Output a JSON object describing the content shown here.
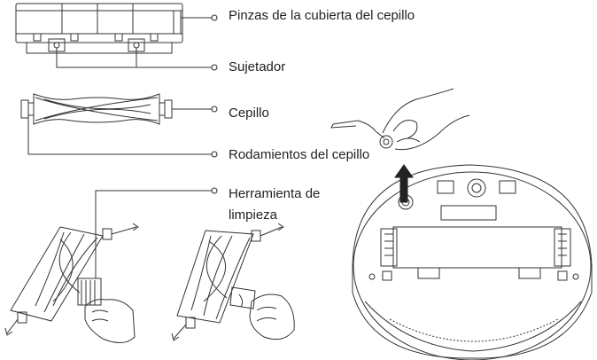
{
  "labels": {
    "pinzas": "Pinzas de la cubierta del cepillo",
    "sujetador": "Sujetador",
    "cepillo": "Cepillo",
    "rodamientos": "Rodamientos del cepillo",
    "herramienta_line1": "Herramienta de",
    "herramienta_line2": "limpieza"
  },
  "colors": {
    "line": "#333333",
    "text": "#222222",
    "background": "#ffffff"
  }
}
